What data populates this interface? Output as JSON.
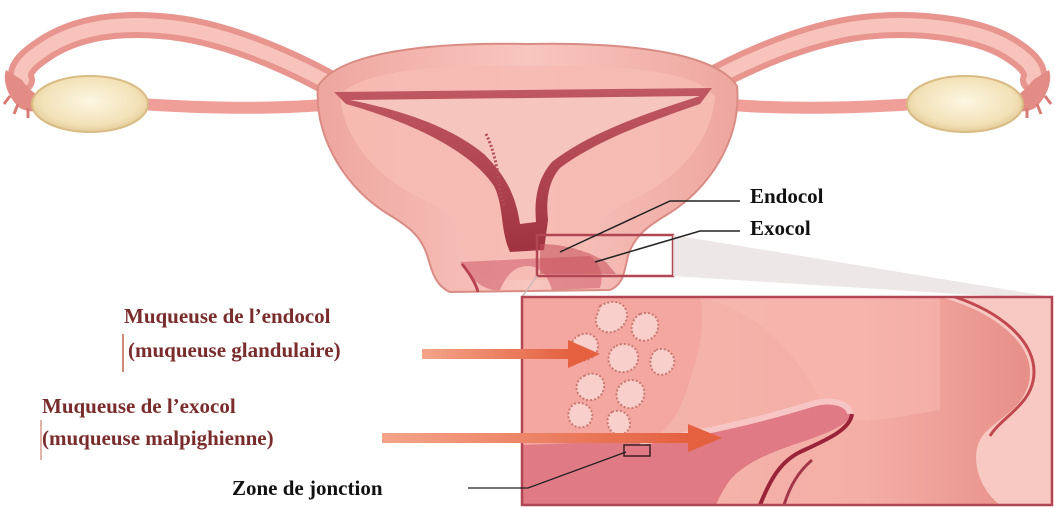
{
  "labels": {
    "endocol": "Endocol",
    "exocol": "Exocol",
    "mucosa_endocol_line1": "Muqueuse de l’endocol",
    "mucosa_endocol_line2": "(muqueuse glandulaire)",
    "mucosa_exocol_line1": "Muqueuse de l’exocol",
    "mucosa_exocol_line2": "(muqueuse malpighienne)",
    "junction_zone": "Zone de jonction"
  },
  "colors": {
    "tissue": "#f4b5ad",
    "tissue_dark": "#d36f6b",
    "cavity": "#b4444f",
    "ovary": "#f6e8c4",
    "frame": "#b24652",
    "arrow": "#e9775a",
    "label_dark": "#111111",
    "label_maroon": "#7a2c2c"
  }
}
